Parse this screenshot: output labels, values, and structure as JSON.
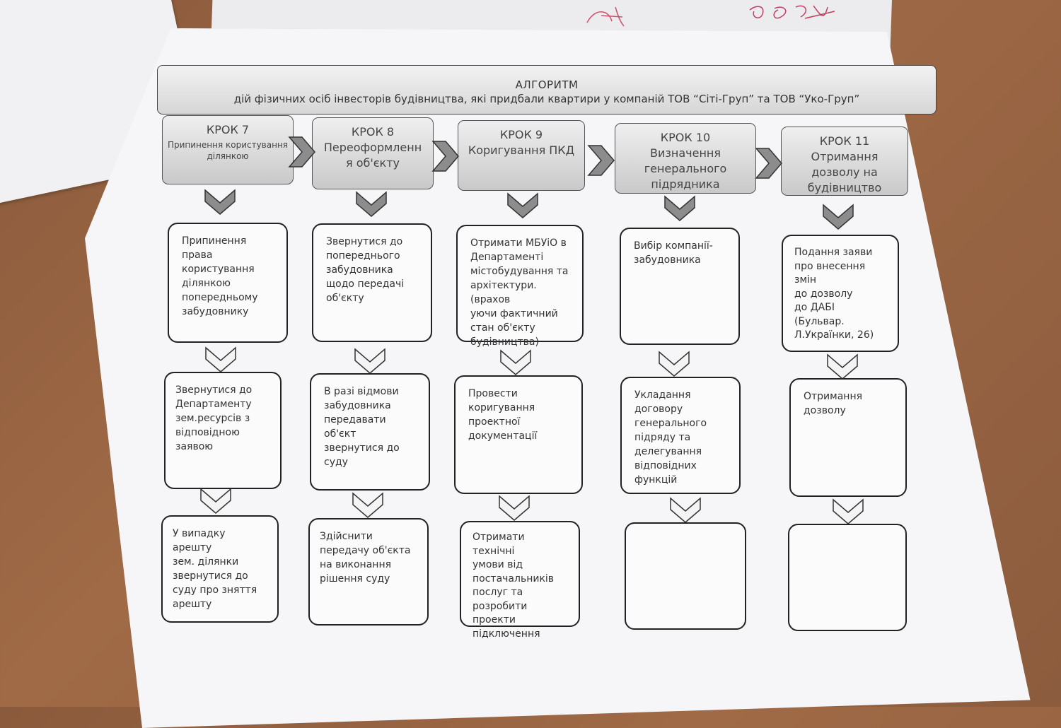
{
  "header": {
    "title": "АЛГОРИТМ",
    "subtitle": "дій  фізичних осіб інвесторів будівництва, які придбали квартири у компаній ТОВ “Сіті-Груп” та ТОВ “Уко-Груп”"
  },
  "steps": [
    {
      "number": "КРОК 7",
      "name": "Припинення користування ділянкою",
      "boxes": [
        "Припинення\nправа\nкористування\nділянкою\nпопередньому\nзабудовнику",
        "Звернутися до\nДепартаменту\nзем.ресурсів  з\nвідповідною\nзаявою",
        "У випадку арешту\nзем. ділянки\nзвернутися до\nсуду про зняття\nарешту"
      ]
    },
    {
      "number": "КРОК 8",
      "name": "Переоформленн\nя об'єкту",
      "boxes": [
        "Звернутися до\nпопереднього\nзабудовника\nщодо  передачі\nоб'єкту",
        "В разі відмови\nзабудовника\nпередавати об'єкт\nзвернутися до\nсуду",
        "Здійснити\nпередачу об'єкта\nна виконання\nрішення суду"
      ]
    },
    {
      "number": "КРОК 9",
      "name": "Коригування ПКД",
      "boxes": [
        "Отримати МБУіО  в\nДепартаменті\nмістобудування  та\nархітектури.(врахов\nуючи фактичний\nстан об'єкту\nбудівництва)",
        "Провести\nкоригування\nпроектної\nдокументації",
        "Отримати технічні\nумови від\nпостачальників\nпослуг та\nрозробити\nпроекти\nпідключення"
      ]
    },
    {
      "number": "КРОК 10",
      "name": "Визначення\nгенерального\nпідрядника",
      "boxes": [
        "Вибір компанії-\nзабудовника",
        "Укладання\nдоговору\nгенерального\nпідряду  та\nделегування\nвідповідних\nфункцій",
        ""
      ]
    },
    {
      "number": "КРОК 11",
      "name": "Отримання\nдозволу на\nбудівництво",
      "boxes": [
        "Подання заяви\nпро внесення змін\nдо дозволу\nдо ДАБІ\n(Бульвар.\nЛ.Українки, 26)",
        "Отримання\nдозволу",
        ""
      ]
    }
  ],
  "colors": {
    "box_border": "#222222",
    "chevron_fill": "#8c8c8c",
    "chevron_stroke": "#333333",
    "header_fill": "#d6d6d6"
  }
}
